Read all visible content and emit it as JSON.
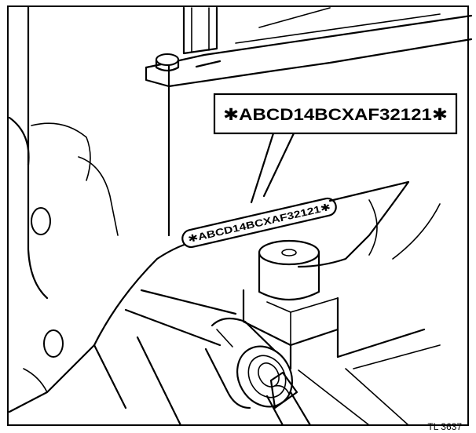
{
  "figure": {
    "callout_text": "✱ABCD14BCXAF32121✱",
    "plate_text": "✱ABCD14BCXAF32121✱",
    "reference": "TL 3637"
  }
}
